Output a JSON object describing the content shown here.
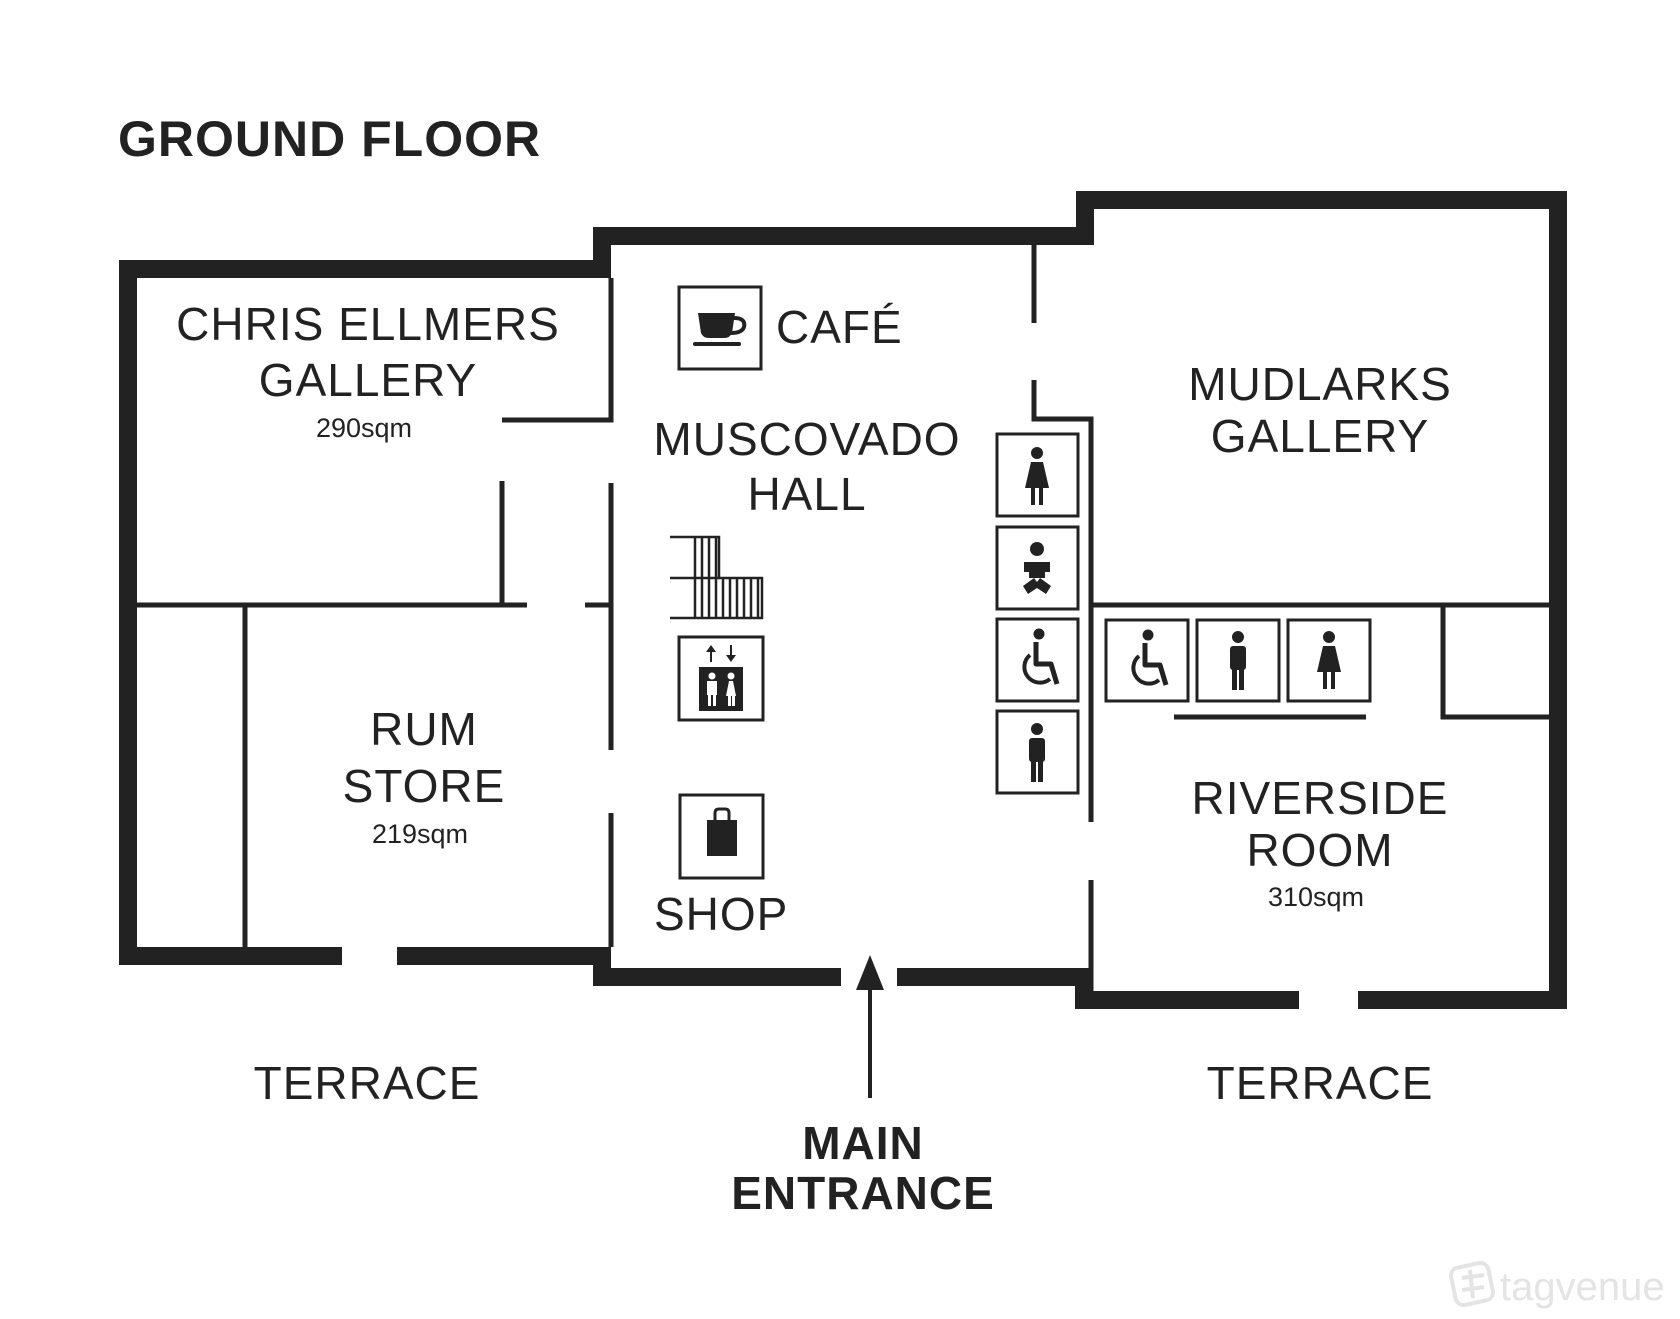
{
  "map": {
    "title": "GROUND FLOOR",
    "rooms": {
      "chris_ellmers": {
        "line1": "CHRIS ELLMERS",
        "line2": "GALLERY",
        "area": "290sqm"
      },
      "cafe": {
        "label": "CAFÉ"
      },
      "muscovado": {
        "line1": "MUSCOVADO",
        "line2": "HALL"
      },
      "mudlarks": {
        "line1": "MUDLARKS",
        "line2": "GALLERY"
      },
      "rum_store": {
        "line1": "RUM",
        "line2": "STORE",
        "area": "219sqm"
      },
      "shop": {
        "label": "SHOP"
      },
      "riverside": {
        "line1": "RIVERSIDE",
        "line2": "ROOM",
        "area": "310sqm"
      }
    },
    "outside": {
      "terrace_left": "TERRACE",
      "terrace_right": "TERRACE",
      "entrance_line1": "MAIN",
      "entrance_line2": "ENTRANCE"
    },
    "facility_icons": [
      "coffee-cup-icon",
      "stairs-icon",
      "lift-icon",
      "shopping-bag-icon",
      "female-toilet-icon",
      "baby-change-icon",
      "accessible-toilet-icon",
      "male-toilet-icon"
    ],
    "colors": {
      "wall": "#222222",
      "background": "#ffffff",
      "watermark": "#e4e4e4"
    }
  },
  "watermark": {
    "text": "tagvenue"
  }
}
